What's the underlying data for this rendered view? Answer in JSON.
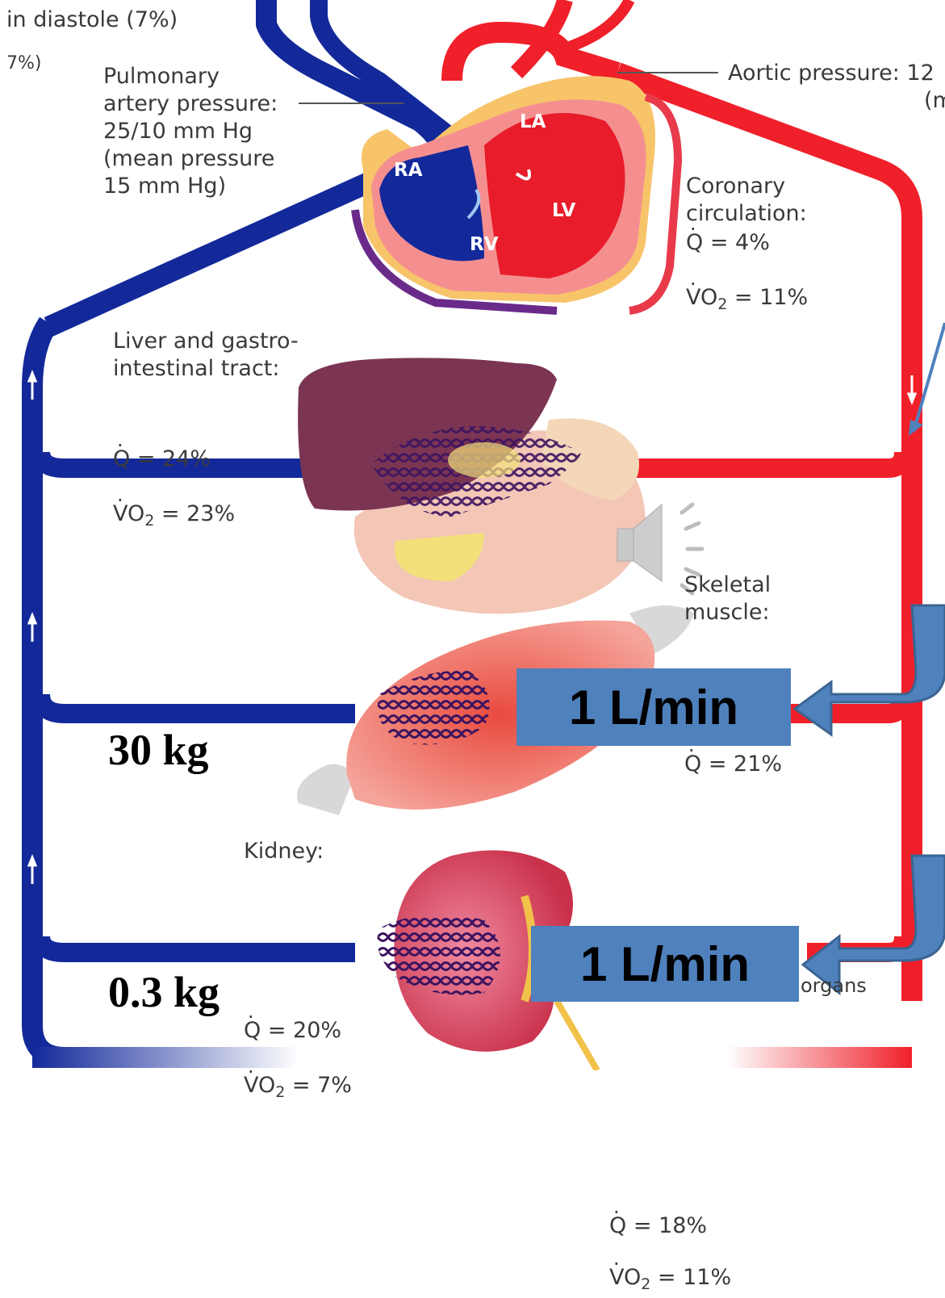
{
  "labels": {
    "top_left_1": "in diastole (7%)",
    "top_left_2": "7%)",
    "pulmonary": [
      "Pulmonary",
      "artery pressure:",
      "25/10 mm Hg",
      "(mean pressure",
      "15 mm Hg)"
    ],
    "aortic": "Aortic pressure: 12",
    "aortic_2": "(m",
    "coronary": {
      "title1": "Coronary",
      "title2": "circulation:",
      "q": "Q  = 4%",
      "vo2": "VO",
      "vo2_val": " = 11%"
    },
    "liver": {
      "title1": "Liver and gastro-",
      "title2": "intestinal tract:",
      "q": "Q  = 24%",
      "vo2": "VO",
      "vo2_val": " = 23%"
    },
    "muscle": {
      "title1": "Skeletal",
      "title2": "muscle:",
      "q": "Q  = 21%"
    },
    "kidney": {
      "title": "Kidney:",
      "q": "Q  = 20%",
      "vo2": "VO",
      "vo2_val": " = 7%"
    },
    "other": {
      "organs": "organs",
      "q": "Q  = 18%",
      "vo2": "VO",
      "vo2_val": " = 11%"
    },
    "sub2": "2"
  },
  "heart": {
    "ra": "RA",
    "rv": "RV",
    "la": "LA",
    "lv": "LV"
  },
  "mass": {
    "muscle": "30 kg",
    "kidney": "0.3 kg"
  },
  "flows": {
    "muscle": "1 L/min",
    "kidney": "1 L/min"
  },
  "colors": {
    "venous": "#13299a",
    "arterial": "#f0202a",
    "capillary": "#4a1a6e",
    "liver": "#7b3552",
    "muscle": "#e2504a",
    "kidney": "#d94a5e",
    "callout": "#4f81bd",
    "callout_border": "#3b6592"
  }
}
